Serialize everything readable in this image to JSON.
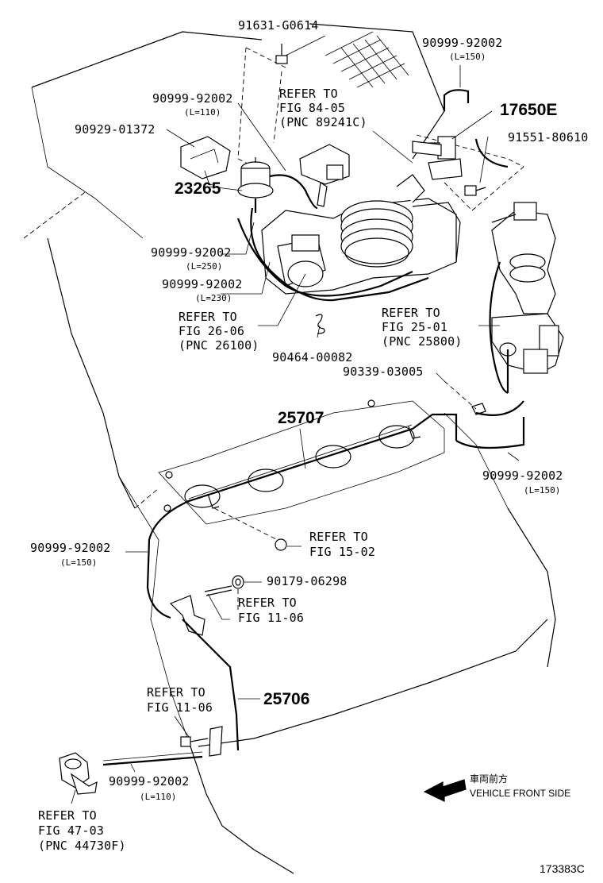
{
  "callouts": {
    "c91631": "91631-G0614",
    "c90999_top": "90999-92002",
    "len_top": "(L=150)",
    "c17650E": "17650E",
    "c91551": "91551-80610",
    "c90999_110": "90999-92002",
    "len_110": "(L=110)",
    "refer_84_05": [
      "REFER TO",
      "FIG 84-05",
      "(PNC 89241C)"
    ],
    "c90929": "90929-01372",
    "c23265": "23265",
    "c90999_250": "90999-92002",
    "len_250": "(L=250)",
    "c90999_230": "90999-92002",
    "len_230": "(L=230)",
    "refer_26_06": [
      "REFER TO",
      "FIG 26-06",
      "(PNC 26100)"
    ],
    "c90464": "90464-00082",
    "refer_25_01": [
      "REFER TO",
      "FIG 25-01",
      "(PNC 25800)"
    ],
    "c90339": "90339-03005",
    "c25707": "25707",
    "c90999_right": "90999-92002",
    "len_right": "(L=150)",
    "refer_15_02": [
      "REFER TO",
      "FIG 15-02"
    ],
    "c90999_left": "90999-92002",
    "len_left": "(L=150)",
    "c90179": "90179-06298",
    "refer_11_06_a": [
      "REFER TO",
      "FIG 11-06"
    ],
    "c25706": "25706",
    "refer_11_06_b": [
      "REFER TO",
      "FIG 11-06"
    ],
    "c90999_bottom": "90999-92002",
    "len_bottom": "(L=110)",
    "refer_47_03": [
      "REFER TO",
      "FIG 47-03",
      "(PNC 44730F)"
    ]
  },
  "direction": {
    "japanese": "車両前方",
    "english": "VEHICLE FRONT SIDE"
  },
  "figure_id": "173383C"
}
